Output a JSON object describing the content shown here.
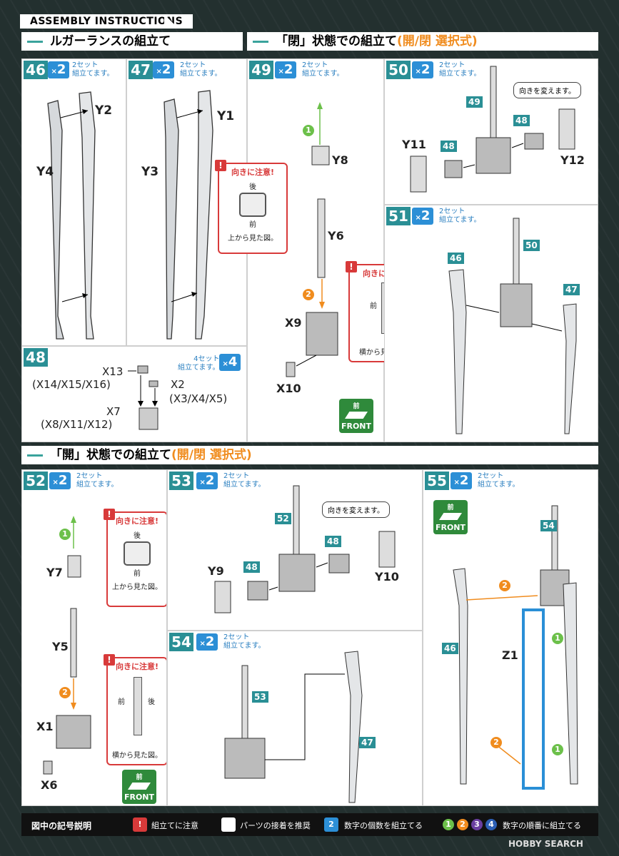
{
  "header": {
    "title": "ASSEMBLY INSTRUCTIONS"
  },
  "sections": {
    "lugarance": "ルガーランスの組立て",
    "closed": {
      "prefix": "「閉」状態での組立て",
      "suffix": "(開/閉 選択式)"
    },
    "open": {
      "prefix": "「開」状態での組立て",
      "suffix": "(開/閉 選択式)"
    }
  },
  "sets": "2セット\n組立てます。",
  "sets4": "4セット\n組立てます。",
  "mult2": "2",
  "mult4": "4",
  "steps": {
    "s46": "46",
    "s47": "47",
    "s48": "48",
    "s49": "49",
    "s50": "50",
    "s51": "51",
    "s52": "52",
    "s53": "53",
    "s54": "54",
    "s55": "55"
  },
  "labels": {
    "Y2": "Y2",
    "Y4": "Y4",
    "Y1": "Y1",
    "Y3": "Y3",
    "Y8": "Y8",
    "Y6": "Y6",
    "X9": "X9",
    "X10": "X10",
    "Y11": "Y11",
    "Y12": "Y12",
    "X13": "X13",
    "X13alt": "(X14/X15/X16)",
    "X2": "X2",
    "X2alt": "(X3/X4/X5)",
    "X7": "X7",
    "X7alt": "(X8/X11/X12)",
    "Y7": "Y7",
    "Y5": "Y5",
    "X1": "X1",
    "X6": "X6",
    "Y9": "Y9",
    "Y10": "Y10",
    "Z1": "Z1"
  },
  "tags": {
    "t49": "49",
    "t48": "48",
    "t46": "46",
    "t50": "50",
    "t47": "47",
    "t52": "52",
    "t53": "53",
    "t54": "54"
  },
  "notes": {
    "caution": "向きに注意!",
    "back": "後",
    "front": "前",
    "top_view": "上から見た図。",
    "side_view": "横から見た図。",
    "turn": "向きを変えます。"
  },
  "front_badge": {
    "top": "前",
    "label": "FRONT"
  },
  "step_circles": {
    "one": "1",
    "two": "2",
    "three": "3",
    "four": "4"
  },
  "legend": {
    "title": "図中の記号説明",
    "caution": "組立てに注意",
    "glue": "パーツの接着を推奨",
    "count": "数字の個数を組立てる",
    "order": "数字の順番に組立てる",
    "watermark": "HOBBY SEARCH"
  },
  "colors": {
    "teal": "#2a8f95",
    "blue": "#2c8fd6",
    "orange": "#f08c1e",
    "red": "#d83a3a",
    "green": "#6cc04a"
  }
}
